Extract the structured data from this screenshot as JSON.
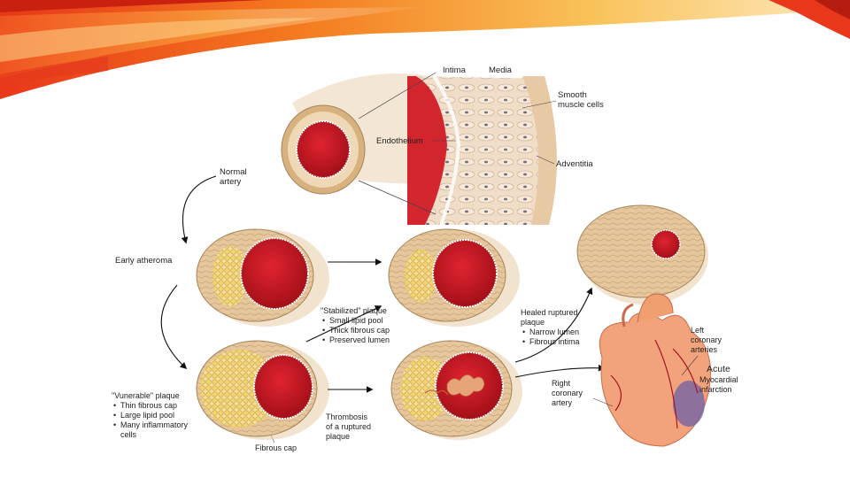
{
  "figure": {
    "layer_labels": {
      "intima": "Intima",
      "media": "Media",
      "smooth_muscle": [
        "Smooth",
        "muscle cells"
      ],
      "endothelium": "Endothelium",
      "adventitia": "Adventitia"
    },
    "stages": {
      "normal": [
        "Normal",
        "artery"
      ],
      "early": "Early atheroma",
      "vulnerable": {
        "title": "\"Vunerable\" plaque",
        "bullets": [
          "Thin fibrous cap",
          "Large lipid pool",
          "Many inflammatory",
          "cells"
        ]
      },
      "fibrous_cap": "Fibrous cap",
      "stabilized": {
        "title": "\"Stabilized\" plaque",
        "bullets": [
          "Small lipid pool",
          "Thick fibrous cap",
          "Preserved lumen"
        ]
      },
      "thrombosis": [
        "Thrombosis",
        "of a ruptured",
        "plaque"
      ],
      "healed": {
        "title": [
          "Healed ruptured",
          "plaque"
        ],
        "bullets": [
          "Narrow lumen",
          "Fibrous intima"
        ]
      }
    },
    "heart_labels": {
      "left": [
        "Left",
        "coronary",
        "arteries"
      ],
      "right": [
        "Right",
        "coronary",
        "artery"
      ],
      "acute": [
        "Acute",
        "Myocardial",
        "infarction"
      ]
    },
    "bullet": "•"
  },
  "colors": {
    "lumen": "#c0141c",
    "wall": "#e8c9a0",
    "lipid": "#f0d070",
    "heart": "#f2a37c",
    "infarct": "#6c5fa8"
  }
}
